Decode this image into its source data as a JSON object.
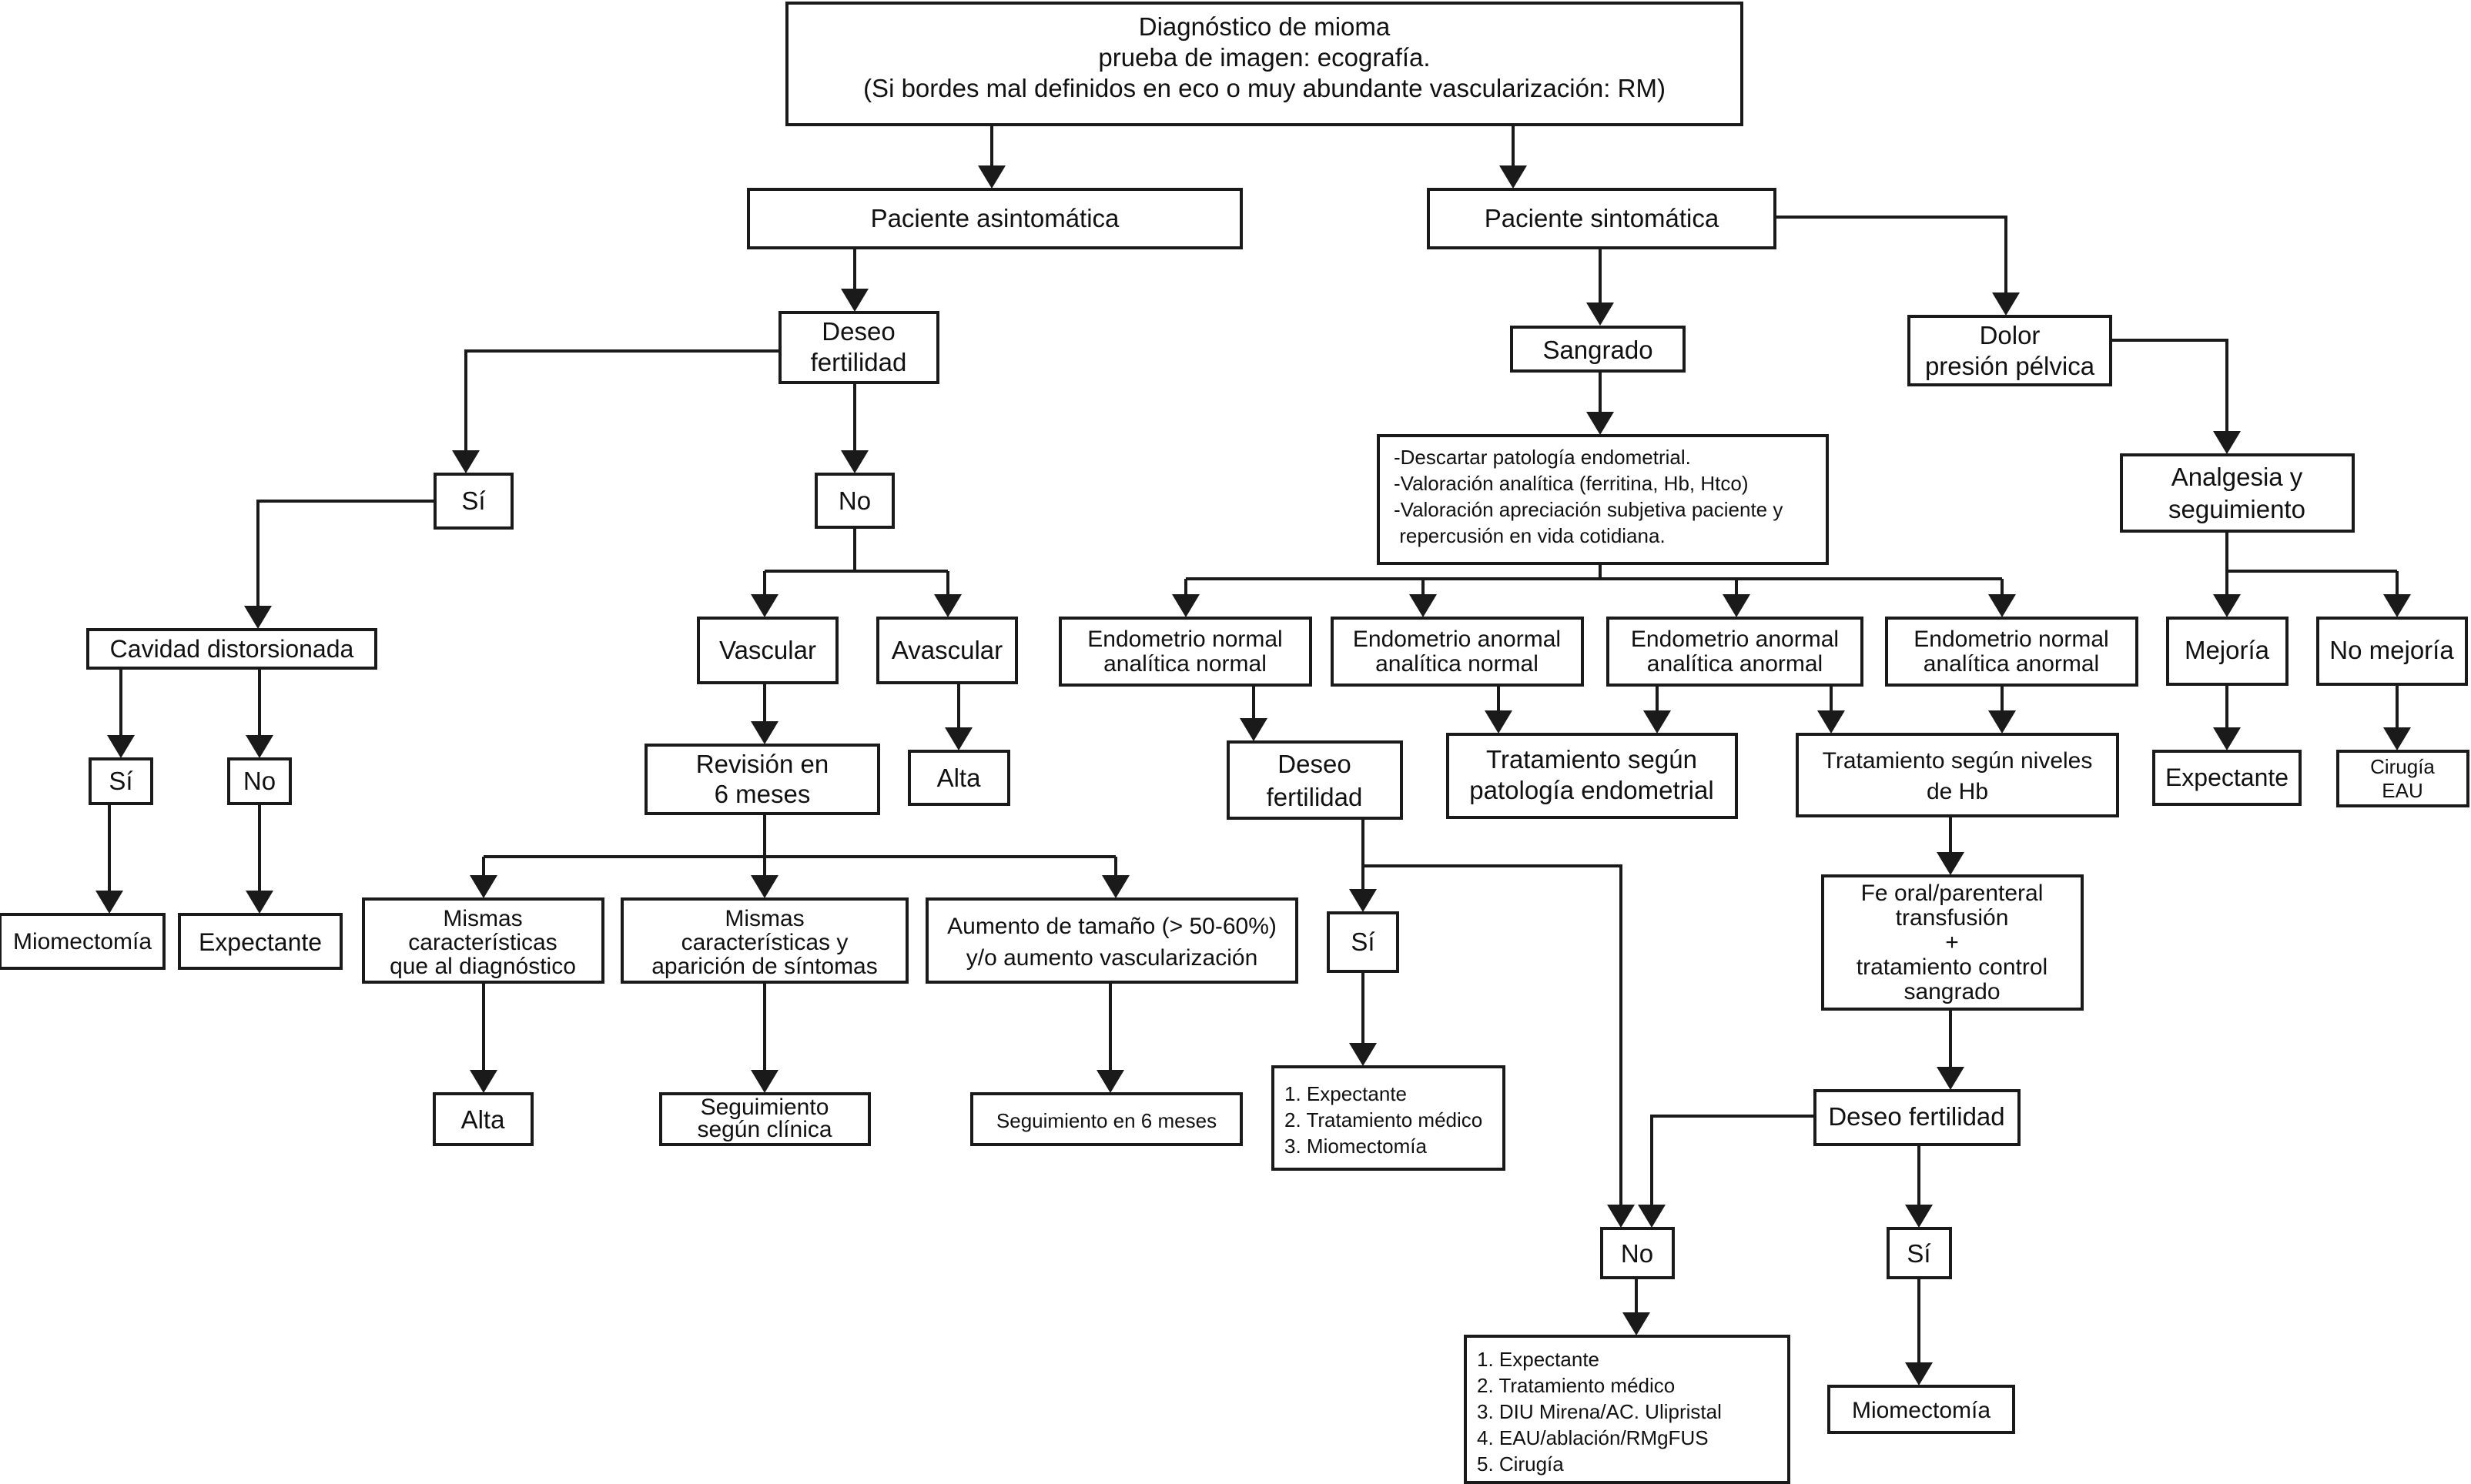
{
  "root": {
    "line1": "Diagnóstico de mioma",
    "line2": "prueba de imagen: ecografía.",
    "line3": "(Si bordes mal definidos en eco o muy abundante vascularización: RM)"
  },
  "asintomatica": {
    "label": "Paciente asintomática",
    "deseo": {
      "line1": "Deseo",
      "line2": "fertilidad"
    },
    "si": {
      "label": "Sí",
      "cavidad": "Cavidad distorsionada",
      "si": "Sí",
      "no": "No",
      "miomectomia": "Miomectomía",
      "expectante": "Expectante"
    },
    "no": {
      "label": "No",
      "vascular": "Vascular",
      "avascular": "Avascular",
      "alta": "Alta",
      "revision": {
        "line1": "Revisión en",
        "line2": "6 meses"
      },
      "mismas1": {
        "line1": "Mismas",
        "line2": "características",
        "line3": "que al diagnóstico"
      },
      "mismas2": {
        "line1": "Mismas",
        "line2": "características y",
        "line3": "aparición de síntomas"
      },
      "aumento": {
        "line1": "Aumento de tamaño (> 50-60%)",
        "line2": "y/o aumento vascularización"
      },
      "alta2": "Alta",
      "seguimiento_clinica": {
        "line1": "Seguimiento",
        "line2": "según clínica"
      },
      "seguimiento_6m": "Seguimiento en 6 meses"
    }
  },
  "sintomatica": {
    "label": "Paciente sintomática",
    "sangrado": {
      "label": "Sangrado",
      "valoracion": {
        "line1": "-Descartar patología endometrial.",
        "line2": "-Valoración analítica (ferritina, Hb, Htco)",
        "line3": "-Valoración apreciación subjetiva paciente y",
        "line4": " repercusión en vida cotidiana."
      },
      "endo_normal_normal": {
        "line1": "Endometrio normal",
        "line2": "analítica normal"
      },
      "endo_anormal_normal": {
        "line1": "Endometrio anormal",
        "line2": "analítica normal"
      },
      "endo_anormal_anormal": {
        "line1": "Endometrio anormal",
        "line2": "analítica anormal"
      },
      "endo_normal_anormal": {
        "line1": "Endometrio normal",
        "line2": "analítica anormal"
      },
      "deseo": {
        "line1": "Deseo",
        "line2": "fertilidad"
      },
      "tratamiento_patologia": {
        "line1": "Tratamiento según",
        "line2": "patología endometrial"
      },
      "tratamiento_hb": {
        "line1": "Tratamiento según niveles",
        "line2": "de Hb"
      },
      "si": "Sí",
      "si_options": [
        "1. Expectante",
        "2. Tratamiento médico",
        "3. Miomectomía"
      ],
      "fe": {
        "line1": "Fe oral/parenteral",
        "line2": "transfusión",
        "line3": "+",
        "line4": "tratamiento control",
        "line5": "sangrado"
      },
      "deseo2": "Deseo fertilidad",
      "no": "No",
      "si2": "Sí",
      "no_options": [
        "1. Expectante",
        "2. Tratamiento médico",
        "3. DIU Mirena/AC. Ulipristal",
        "4. EAU/ablación/RMgFUS",
        "5. Cirugía"
      ],
      "miomectomia": "Miomectomía"
    },
    "dolor": {
      "line1": "Dolor",
      "line2": "presión pélvica",
      "analgesia": {
        "line1": "Analgesia y",
        "line2": "seguimiento"
      },
      "mejoria": "Mejoría",
      "no_mejoria": "No mejoría",
      "expectante": "Expectante",
      "cirugia": {
        "line1": "Cirugía",
        "line2": "EAU"
      }
    }
  }
}
